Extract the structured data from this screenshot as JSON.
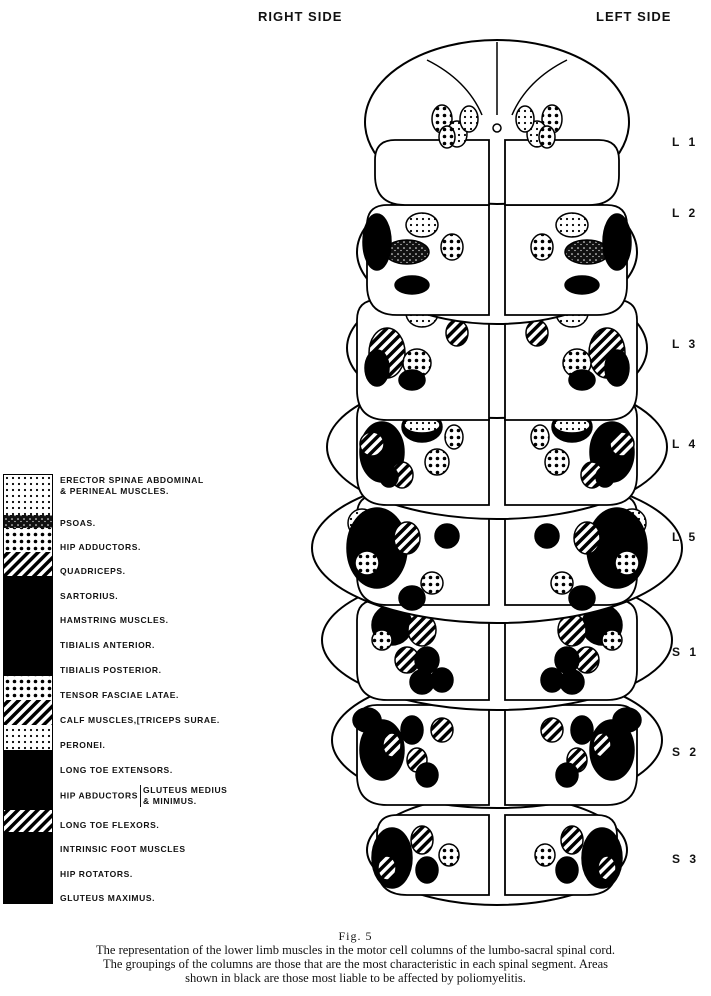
{
  "header": {
    "right_side": "RIGHT SIDE",
    "left_side": "LEFT SIDE"
  },
  "segments": [
    "L 1",
    "L 2",
    "L 3",
    "L 4",
    "L 5",
    "S 1",
    "S 2",
    "S 3"
  ],
  "legend": [
    {
      "label": "ERECTOR SPINAE ABDOMINAL",
      "label2": "& PERINEAL MUSCLES.",
      "pattern": "dots"
    },
    {
      "label": "PSOAS.",
      "pattern": "speckle"
    },
    {
      "label": "HIP ADDUCTORS.",
      "pattern": "bigdots"
    },
    {
      "label": "QUADRICEPS.",
      "pattern": "stripes"
    },
    {
      "label": "SARTORIUS.",
      "pattern": "black"
    },
    {
      "label": "HAMSTRING MUSCLES.",
      "pattern": "black"
    },
    {
      "label": "TIBIALIS ANTERIOR.",
      "pattern": "black"
    },
    {
      "label": "TIBIALIS POSTERIOR.",
      "pattern": "black"
    },
    {
      "label": "TENSOR FASCIAE LATAE.",
      "pattern": "bigdots"
    },
    {
      "label": "CALF MUSCLES,[TRICEPS SURAE.",
      "pattern": "stripes"
    },
    {
      "label": "PERONEI.",
      "pattern": "dots"
    },
    {
      "label": "LONG TOE EXTENSORS.",
      "pattern": "black"
    },
    {
      "label": "HIP ABDUCTORS",
      "label2": "GLUTEUS MEDIUS",
      "label3": "& MINIMUS.",
      "pattern": "black"
    },
    {
      "label": "LONG TOE FLEXORS.",
      "pattern": "stripes"
    },
    {
      "label": "INTRINSIC FOOT MUSCLES",
      "pattern": "black"
    },
    {
      "label": "HIP ROTATORS.",
      "pattern": "black"
    },
    {
      "label": "GLUTEUS MAXIMUS.",
      "pattern": "black"
    }
  ],
  "caption": {
    "fig": "Fig. 5",
    "line1": "The representation of the lower limb muscles in the motor cell columns of the lumbo-sacral spinal cord.",
    "line2": "The groupings of the columns are those that are the most characteristic in each spinal segment.  Areas",
    "line3": "shown in black are those most liable to be affected by poliomyelitis."
  }
}
